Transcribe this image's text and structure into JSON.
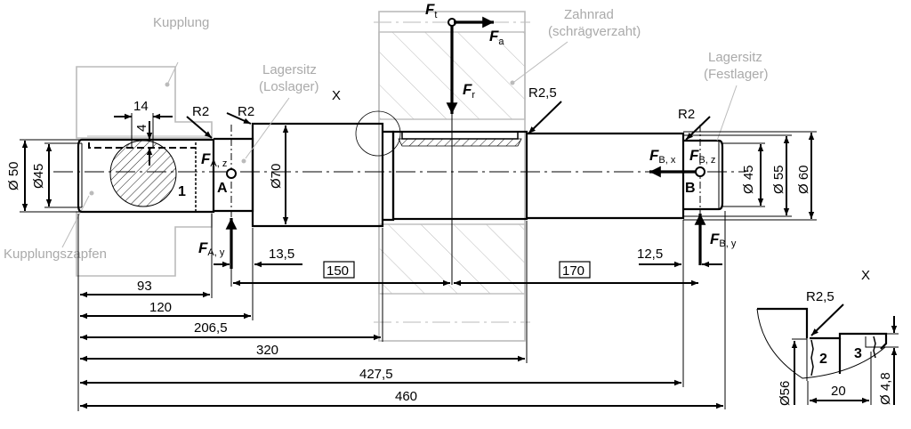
{
  "labels": {
    "kupplung": "Kupplung",
    "kupplungszapfen": "Kupplungszapfen",
    "lagersitz_los": [
      "Lagersitz",
      "(Loslager)"
    ],
    "zahnrad": [
      "Zahnrad",
      "(schrägverzaht)"
    ],
    "lagersitz_fest": [
      "Lagersitz",
      "(Festlager)"
    ],
    "detail_marker": "X",
    "detail_title": "X"
  },
  "forces": {
    "symbol": "F",
    "ft": "t",
    "fa": "a",
    "fr": "r",
    "fa_z": "A, z",
    "fa_y": "A, y",
    "fb_x": "B, x",
    "fb_z": "B, z",
    "fb_y": "B, y"
  },
  "points": {
    "a": "A",
    "b": "B"
  },
  "notches": {
    "n1": "1",
    "n2": "2",
    "n3": "3"
  },
  "radii": {
    "r_a1": "R2",
    "r_a2": "R2",
    "r_gear": "R2,5",
    "r_b": "R2",
    "r_detail": "R2,5"
  },
  "dims": {
    "key_width": "14",
    "key_depth": "4",
    "d50": "Ø 50",
    "d45_left": "Ø45",
    "d70": "Ø70",
    "d45_right": "Ø 45",
    "d55": "Ø 55",
    "d60": "Ø 60",
    "l13_5": "13,5",
    "l12_5": "12,5",
    "l150": "150",
    "l170": "170",
    "l93": "93",
    "l120": "120",
    "l206_5": "206,5",
    "l320": "320",
    "l427_5": "427,5",
    "l460": "460",
    "detail_20": "20",
    "detail_d56": "Ø56",
    "detail_d4_8": "Ø 4,8"
  }
}
